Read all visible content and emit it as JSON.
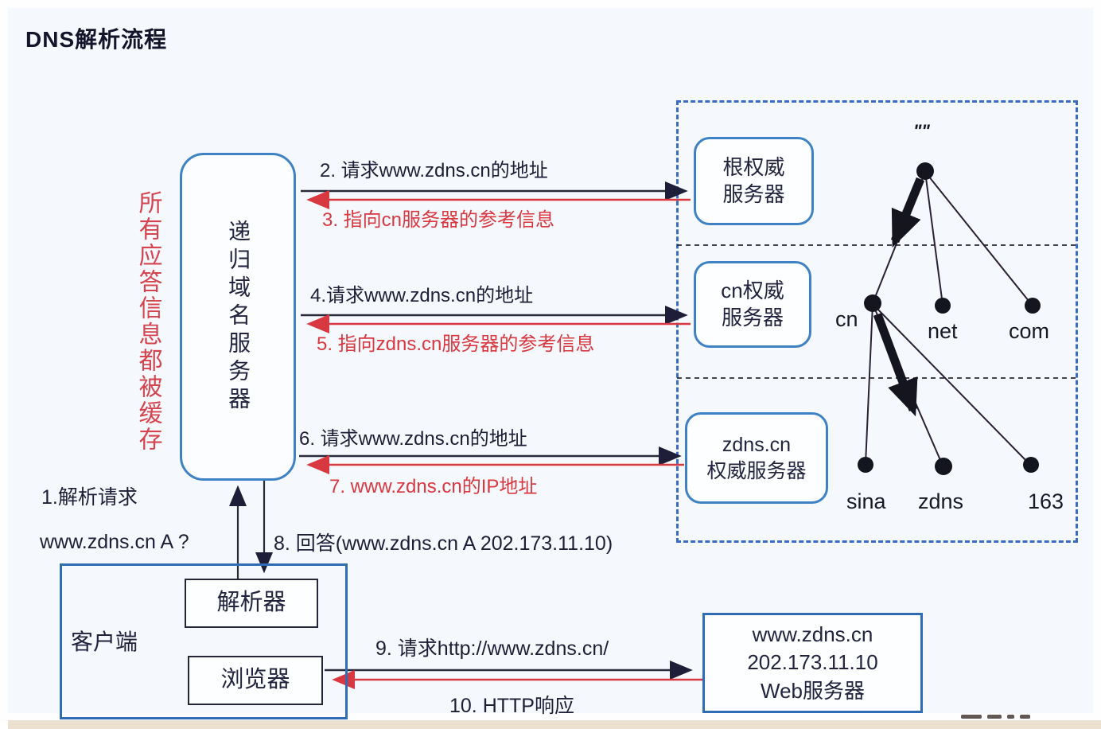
{
  "title": "DNS解析流程",
  "cache_note": "所有应答信息都被缓存",
  "recursive_server_label": "递归域名服务器",
  "messages": {
    "m1a": "1.解析请求",
    "m1b": "www.zdns.cn A ?",
    "m2": "2. 请求www.zdns.cn的地址",
    "m3": "3. 指向cn服务器的参考信息",
    "m4": "4.请求www.zdns.cn的地址",
    "m5": "5. 指向zdns.cn服务器的参考信息",
    "m6": "6. 请求www.zdns.cn的地址",
    "m7": "7. www.zdns.cn的IP地址",
    "m8": "8. 回答(www.zdns.cn A 202.173.11.10)",
    "m9": "9. 请求http://www.zdns.cn/",
    "m10": "10. HTTP响应"
  },
  "servers": {
    "root": {
      "line1": "根权威",
      "line2": "服务器"
    },
    "cn": {
      "line1": "cn权威",
      "line2": "服务器"
    },
    "zdns": {
      "line1": "zdns.cn",
      "line2": "权威服务器"
    },
    "web": {
      "line1": "www.zdns.cn",
      "line2": "202.173.11.10",
      "line3": "Web服务器"
    }
  },
  "client": {
    "label": "客户端",
    "resolver": "解析器",
    "browser": "浏览器"
  },
  "tree": {
    "root_label": "\"\"",
    "tld": [
      "cn",
      "net",
      "com"
    ],
    "sld": [
      "sina",
      "zdns",
      "163"
    ]
  },
  "colors": {
    "accent_blue": "#3e82c4",
    "dashed_blue": "#3a6cc3",
    "arrow_red": "#d8383f",
    "ink": "#1e1e38"
  }
}
